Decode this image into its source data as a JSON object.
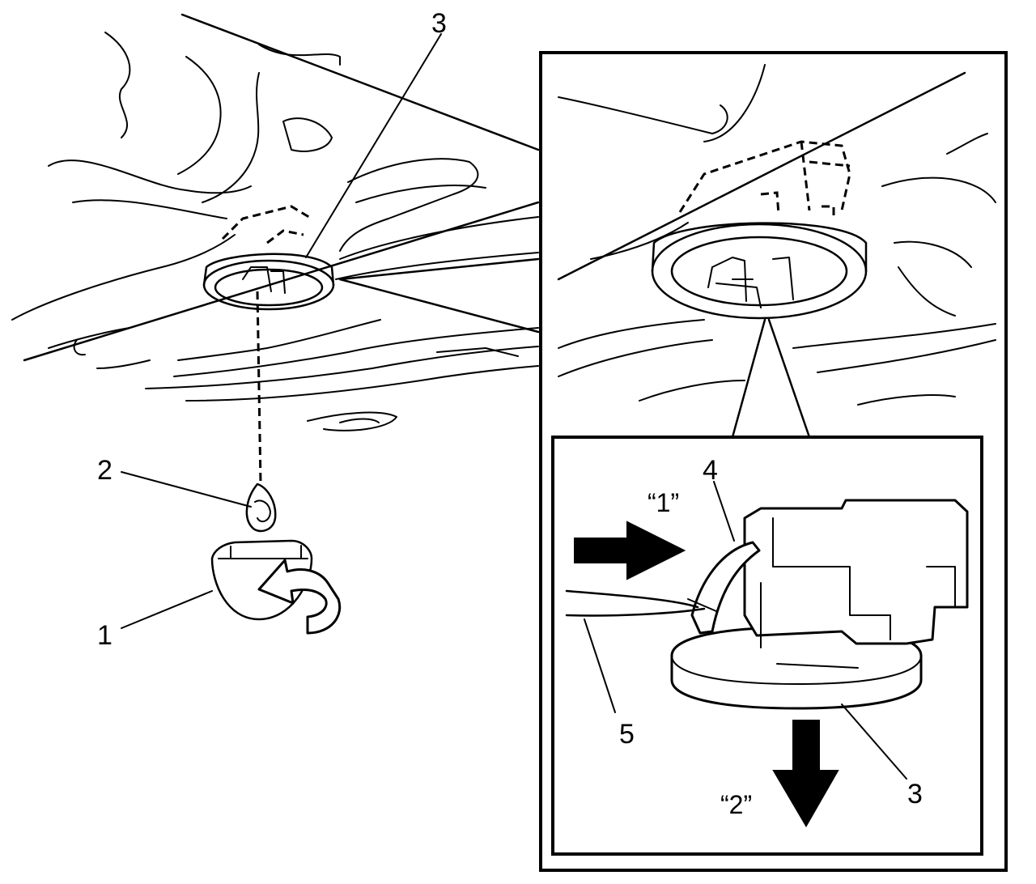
{
  "callouts": {
    "label_1": "1",
    "label_2": "2",
    "label_3_top": "3",
    "label_4": "4",
    "label_5": "5",
    "label_3_bottom": "3"
  },
  "steps": {
    "step_1": "“1”",
    "step_2": "“2”"
  },
  "colors": {
    "line": "#000000",
    "background": "#ffffff"
  }
}
